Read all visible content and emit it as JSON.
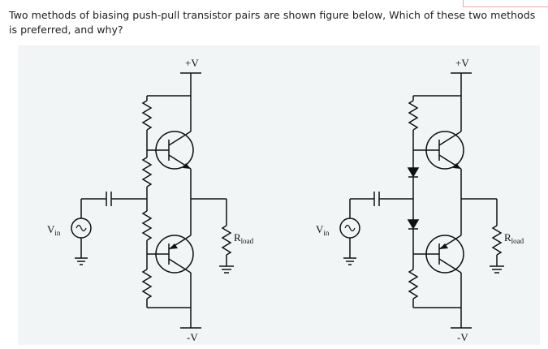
{
  "question": {
    "text": "Two methods of biasing push-pull transistor pairs are shown figure below, Which of these two methods is preferred, and why?"
  },
  "diagram": {
    "left": {
      "supply_pos": "+V",
      "supply_neg": "-V",
      "input_v": "V",
      "input_sub": "in",
      "load_r": "R",
      "load_sub": "load"
    },
    "right": {
      "supply_pos": "+V",
      "supply_neg": "-V",
      "input_v": "V",
      "input_sub": "in",
      "load_r": "R",
      "load_sub": "load"
    }
  },
  "colors": {
    "text": "#222222",
    "panel": "#f2f5f6",
    "ink": "#111111"
  }
}
